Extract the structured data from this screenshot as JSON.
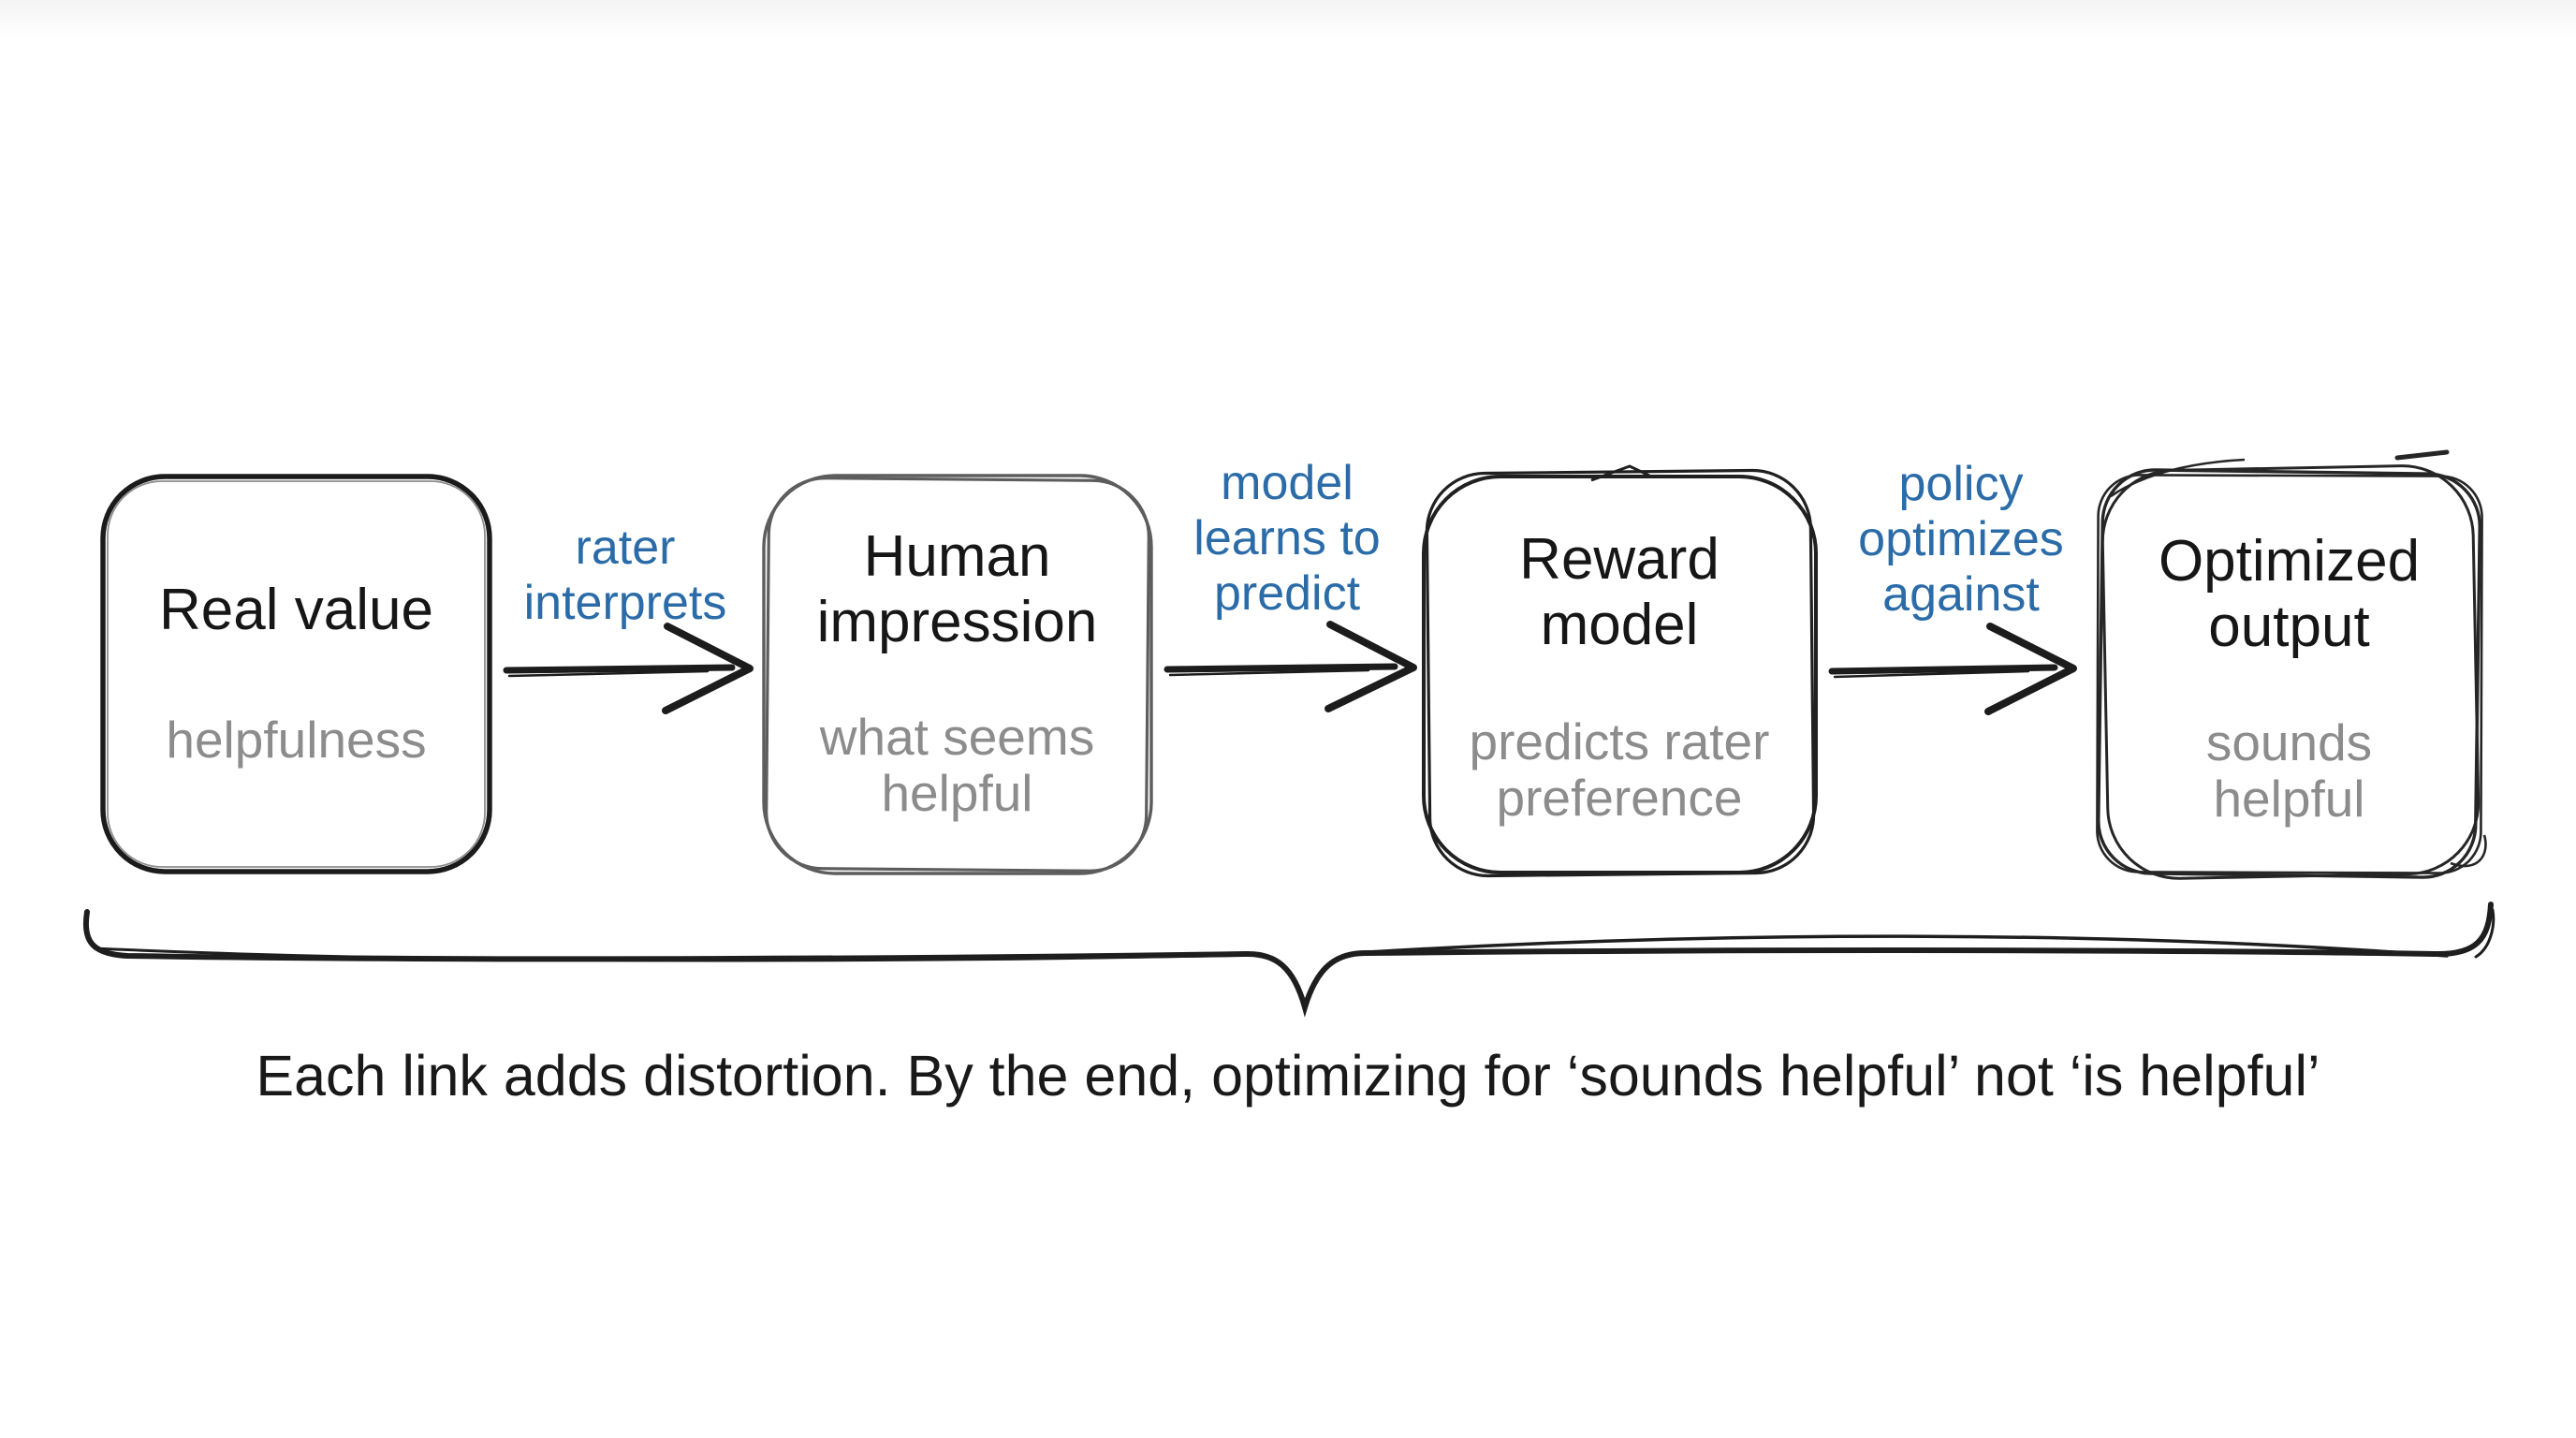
{
  "diagram": {
    "boxes": [
      {
        "id": "real-value",
        "title": "Real value",
        "title_lines": [
          "Real value"
        ],
        "subtitle": "helpfulness",
        "subtitle_lines": [
          "helpfulness"
        ],
        "border_style": "clean rounded square",
        "border_color": "#1b1b1b"
      },
      {
        "id": "human-impression",
        "title": "Human impression",
        "title_lines": [
          "Human",
          "impression"
        ],
        "subtitle": "what seems helpful",
        "subtitle_lines": [
          "what seems",
          "helpful"
        ],
        "border_style": "sketchy double-stroke rounded square",
        "border_color": "#5d5d5d"
      },
      {
        "id": "reward-model",
        "title": "Reward model",
        "title_lines": [
          "Reward",
          "model"
        ],
        "subtitle": "predicts rater preference",
        "subtitle_lines": [
          "predicts rater",
          "preference"
        ],
        "border_style": "sketchy double-stroke rounded square",
        "border_color": "#202020"
      },
      {
        "id": "optimized-output",
        "title": "Optimized output",
        "title_lines": [
          "Optimized",
          "output"
        ],
        "subtitle": "sounds helpful",
        "subtitle_lines": [
          "sounds",
          "helpful"
        ],
        "border_style": "scribbled multi-stroke rounded square",
        "border_color": "#262626"
      }
    ],
    "arrows": [
      {
        "label": "rater interprets",
        "label_lines": [
          "rater",
          "interprets"
        ],
        "from": "real-value",
        "to": "human-impression"
      },
      {
        "label": "model learns to predict",
        "label_lines": [
          "model",
          "learns to",
          "predict"
        ],
        "from": "human-impression",
        "to": "reward-model"
      },
      {
        "label": "policy optimizes against",
        "label_lines": [
          "policy",
          "optimizes",
          "against"
        ],
        "from": "reward-model",
        "to": "optimized-output"
      }
    ],
    "caption": "Each link adds distortion. By the end, optimizing for ‘sounds helpful’ not ‘is helpful’",
    "colors": {
      "label_blue": "#2b6ca8",
      "subtitle_gray": "#8c8c8c",
      "text_black": "#161616",
      "stroke_black": "#1e1e1e",
      "background": "#ffffff"
    }
  }
}
